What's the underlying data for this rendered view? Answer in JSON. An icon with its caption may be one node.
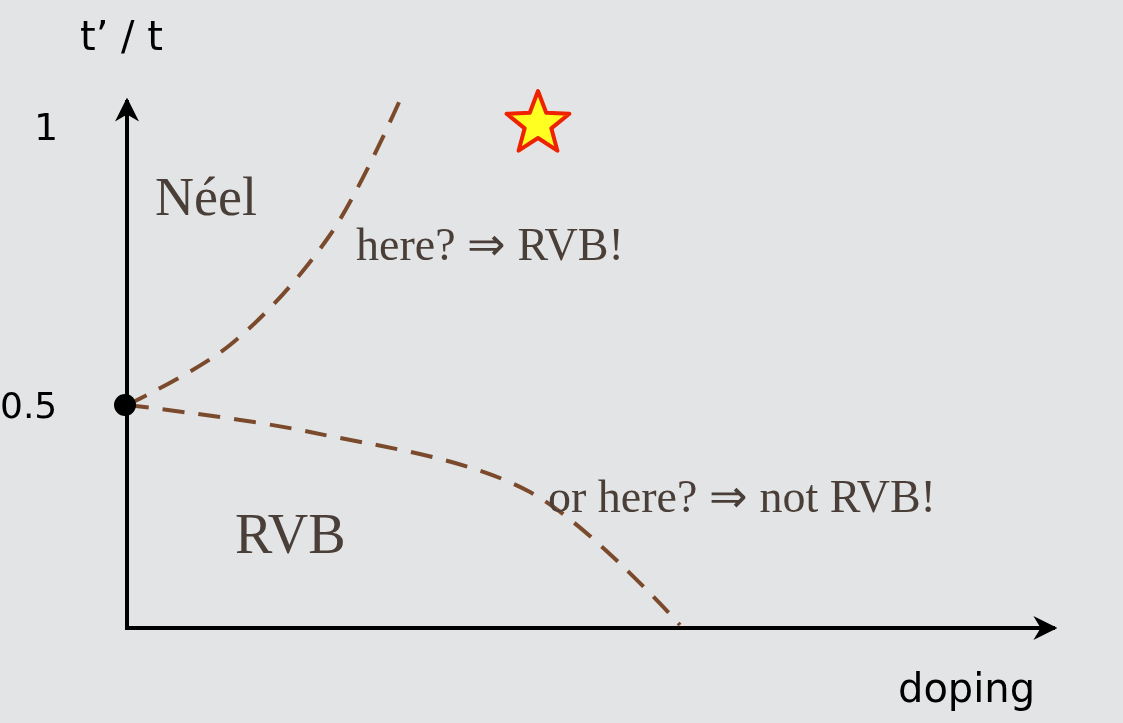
{
  "diagram": {
    "labels": [
      "t’ / t",
      "1",
      "Néel",
      "here? ⇒ RVB!",
      "0.5",
      "or here? ⇒ not RVB!",
      "RVB",
      "doping"
    ]
  }
}
